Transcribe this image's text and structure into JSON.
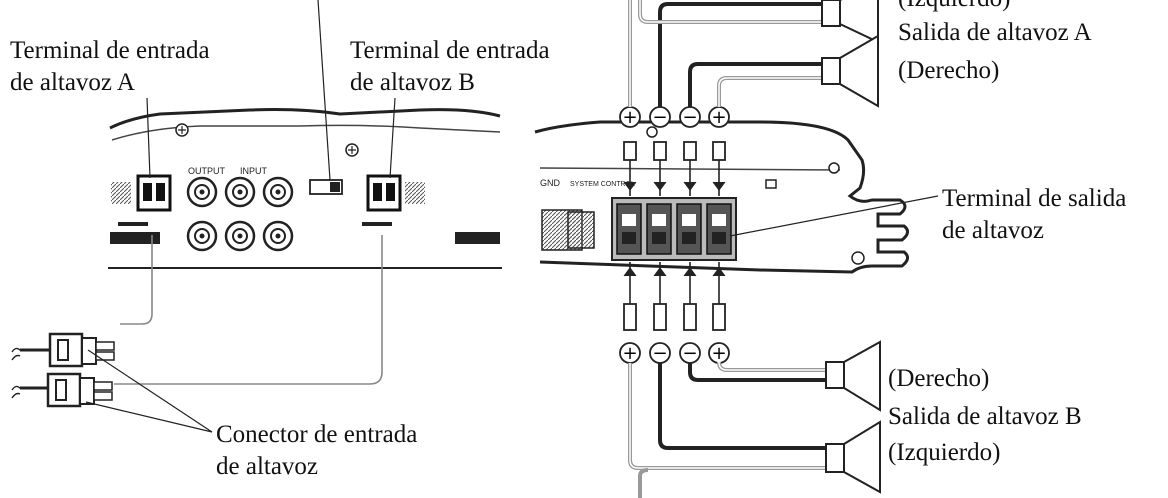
{
  "labels": {
    "left_top_partial": "",
    "terminal_a_line1": "Terminal de entrada",
    "terminal_a_line2": "de altavoz A",
    "terminal_b_line1": "Terminal de entrada",
    "terminal_b_line2": "de altavoz B",
    "connector_line1": "Conector de entrada",
    "connector_line2": "de altavoz",
    "output_a_top_partial": "(Izquierdo)",
    "output_a_line1": "Salida de altavoz A",
    "output_a_line2": "(Derecho)",
    "speaker_out_terminal_line1": "Terminal de salida",
    "speaker_out_terminal_line2": "de altavoz",
    "output_b_right": "(Derecho)",
    "output_b_line1": "Salida de altavoz B",
    "output_b_left": "(Izquierdo)"
  },
  "panel_text": {
    "output": "OUTPUT",
    "input": "INPUT",
    "gnd": "GND",
    "system_control": "SYSTEM CONTROL"
  },
  "polarity_symbols": [
    "+",
    "−",
    "−",
    "+"
  ]
}
